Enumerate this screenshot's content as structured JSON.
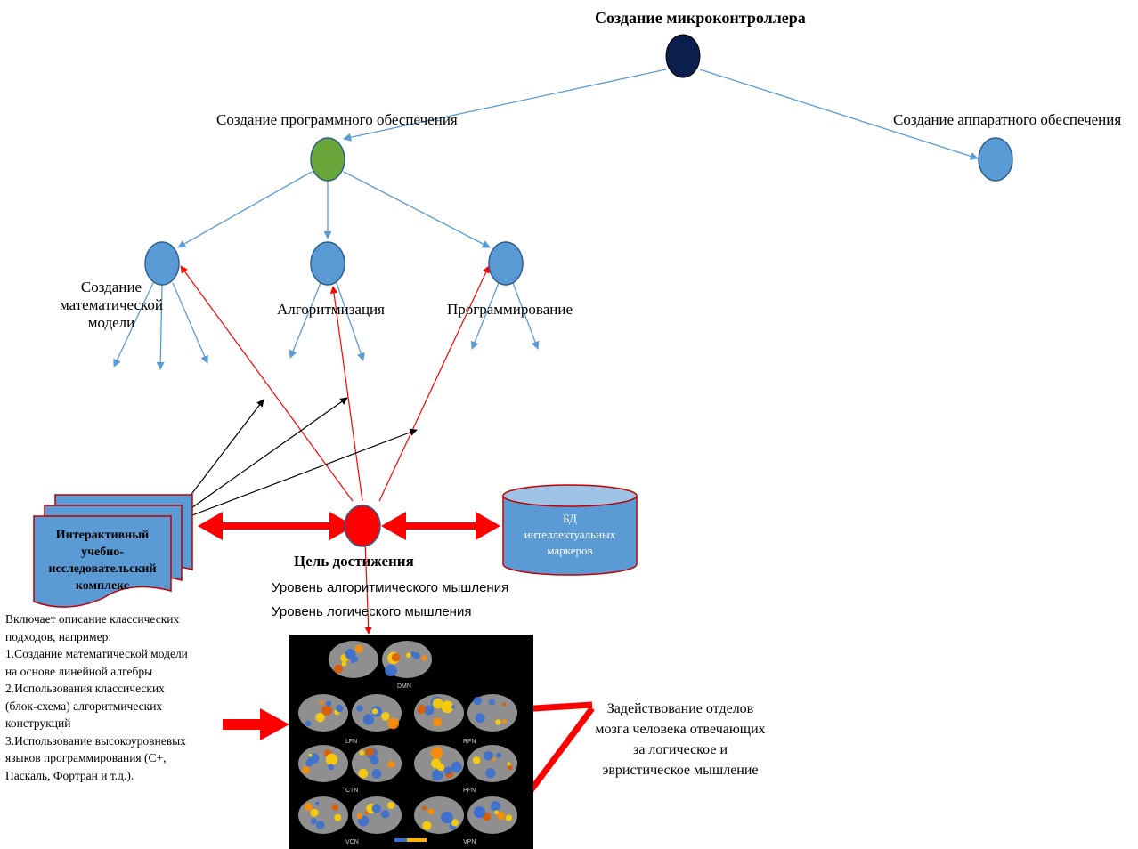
{
  "root": {
    "label": "Создание микроконтроллера",
    "color": "#0b1f4e"
  },
  "software": {
    "label": "Создание программного обеспечения",
    "color": "#6aa73a"
  },
  "hardware": {
    "label": "Создание аппаратного обеспечения"
  },
  "children": {
    "math_model": [
      "Создание",
      "математической",
      "модели"
    ],
    "algorithmization": "Алгоритмизация",
    "programming": "Программирование"
  },
  "complex": {
    "lines": [
      "Интерактивный",
      "учебно-",
      "исследовательский",
      "комплекс"
    ]
  },
  "goal": {
    "label": "Цель достижения",
    "level1": "Уровень алгоритмического мышления",
    "level2": "Уровень логического мышления"
  },
  "database": {
    "lines": [
      "БД",
      "интеллектуальных",
      "маркеров"
    ]
  },
  "description": {
    "lines": [
      "Включает описание классических",
      "подходов, например:",
      "1.Создание математической модели",
      "на основе линейной алгебры",
      "2.Использования классических",
      "(блок-схема) алгоритмических",
      "конструкций",
      "3.Использование высокоуровневых",
      "языков программирования (С+,",
      "Паскаль, Фортран и т.д.)."
    ]
  },
  "brain": {
    "labels": [
      "DMN",
      "LFN",
      "RFN",
      "CTN",
      "PFN",
      "VCN",
      "VPN"
    ]
  },
  "brain_note": {
    "lines": [
      "Задействование отделов",
      "мозга человека отвечающих",
      "за логическое и",
      "эвристическое мышление"
    ]
  },
  "colors": {
    "node_blue": "#5b9bd5",
    "arrow_blue": "#5b9bd5",
    "red": "#ff0000"
  }
}
